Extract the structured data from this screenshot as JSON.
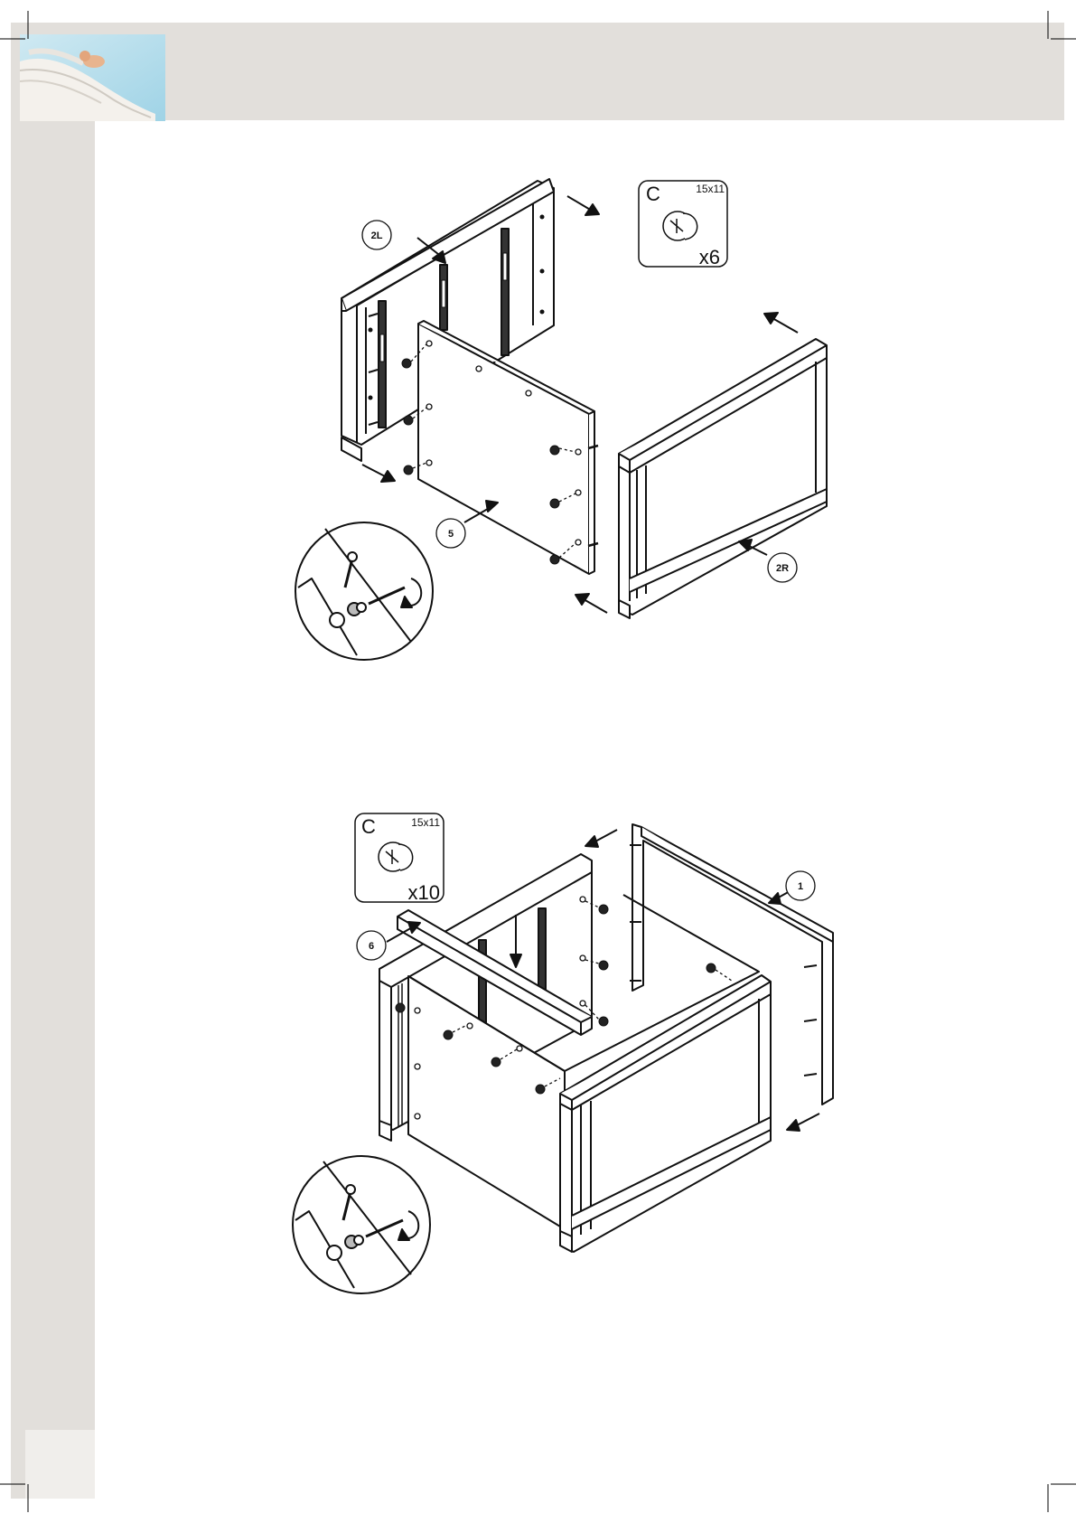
{
  "steps": [
    {
      "hardware": {
        "letter": "C",
        "size": "15x11",
        "qty": "x6"
      },
      "part_labels": {
        "left_side": "2L",
        "bottom": "5",
        "right_side": "2R"
      }
    },
    {
      "hardware": {
        "letter": "C",
        "size": "15x11",
        "qty": "x10"
      },
      "part_labels": {
        "back_frame": "1",
        "rail": "6"
      }
    }
  ]
}
